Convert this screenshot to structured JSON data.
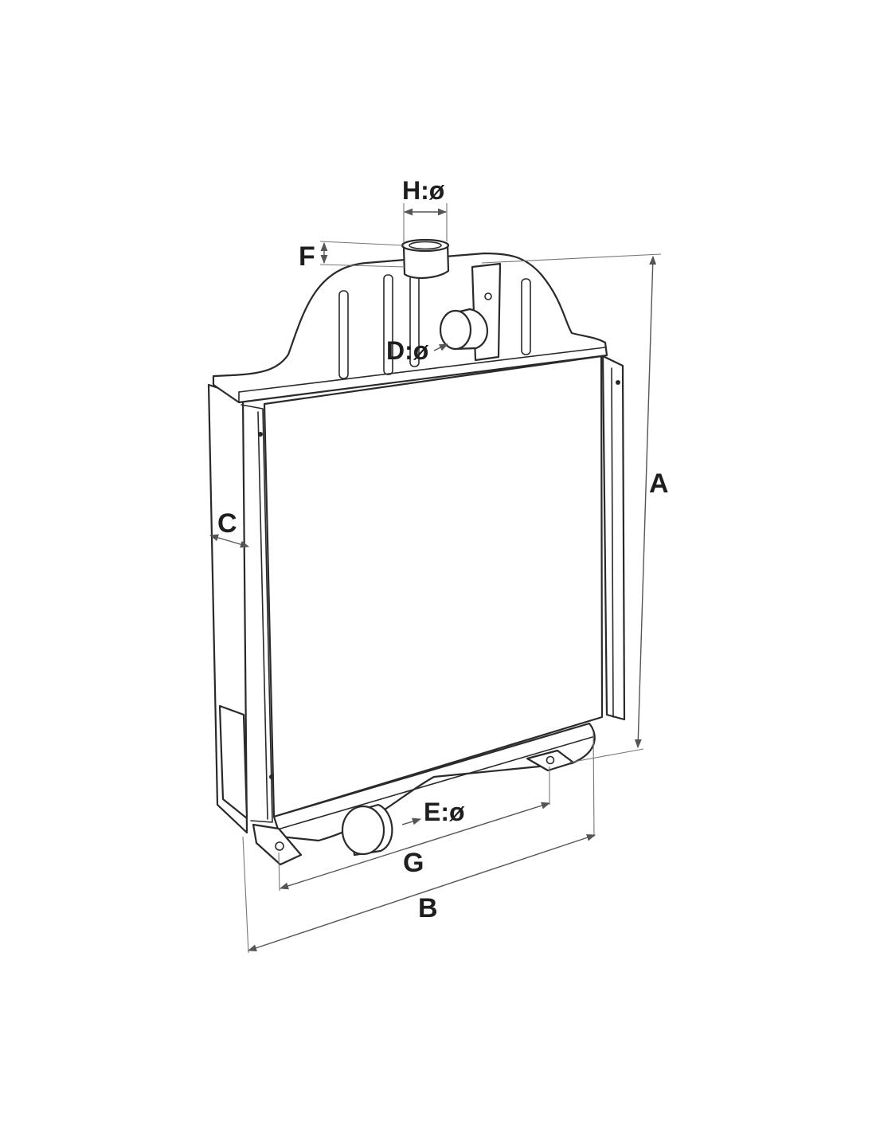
{
  "labels": {
    "A": "A",
    "B": "B",
    "C": "C",
    "D": "D:ø",
    "E": "E:ø",
    "F": "F",
    "G": "G",
    "H": "H:ø"
  },
  "colors": {
    "line": "#2a2a2a",
    "dimension": "#555555",
    "background": "#ffffff"
  }
}
